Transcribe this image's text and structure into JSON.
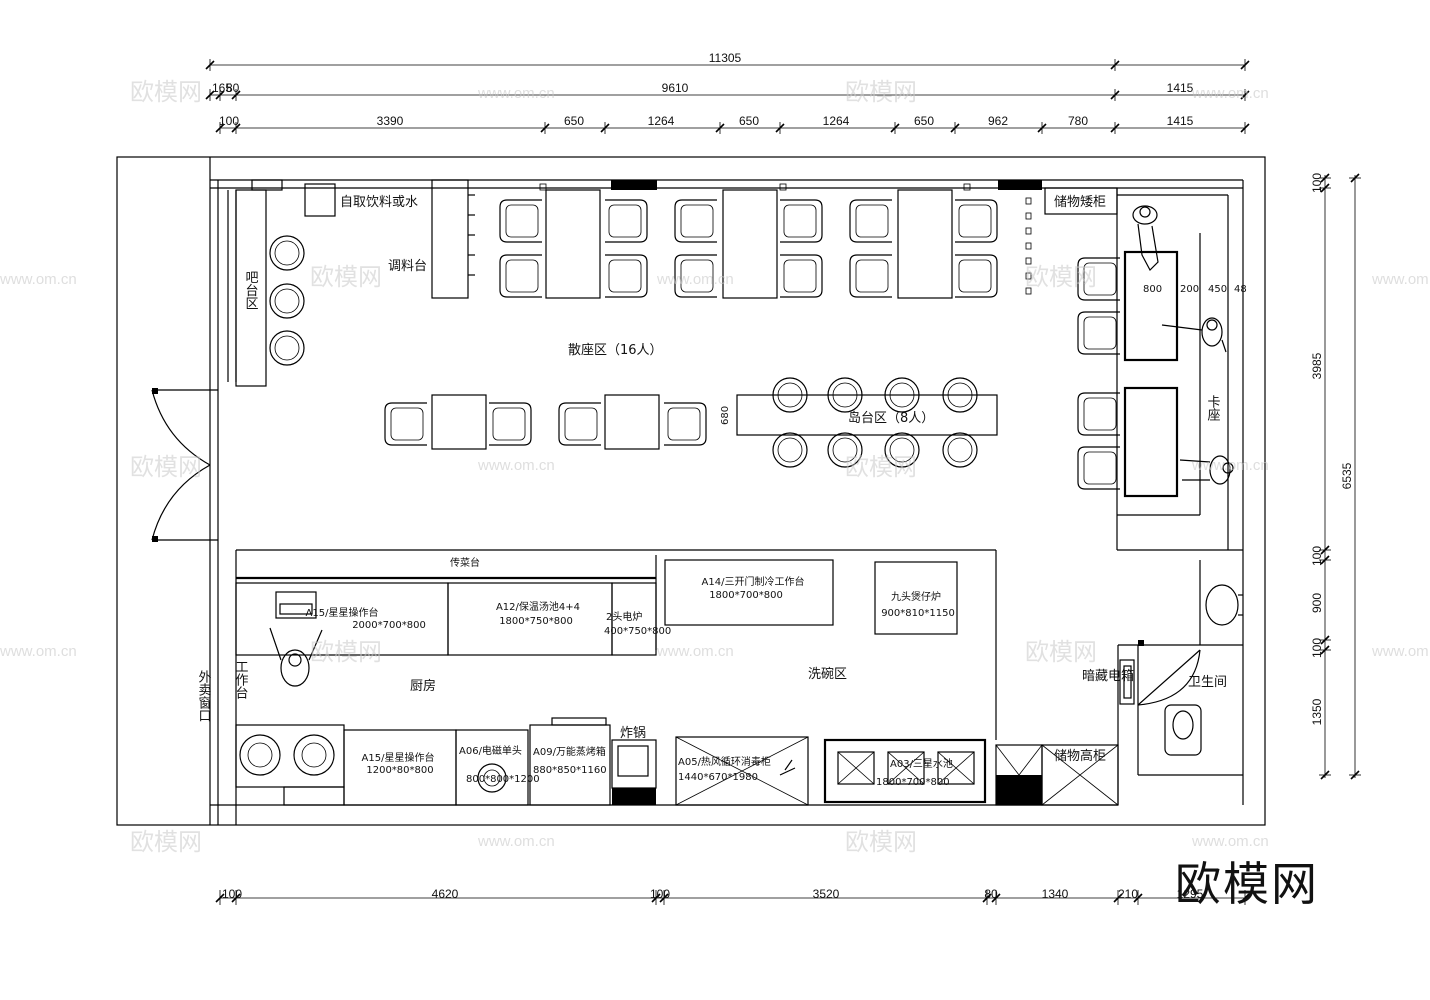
{
  "dimensions": {
    "top_total": "11305",
    "top_row2": [
      "165",
      "80",
      "9610",
      "1415"
    ],
    "top_row3": [
      "100",
      "3390",
      "650",
      "1264",
      "650",
      "1264",
      "650",
      "962",
      "780",
      "1415"
    ],
    "bottom_row": [
      "100",
      "4620",
      "100",
      "3520",
      "80",
      "1340",
      "210",
      "1295"
    ],
    "right_outer": "6535",
    "right_inner": [
      "100",
      "3985",
      "100",
      "900",
      "100",
      "1350"
    ],
    "booth_table": [
      "800",
      "200",
      "450",
      "48"
    ],
    "island_depth": "680"
  },
  "rooms": {
    "bar_area": "吧台区",
    "self_drinks": "自取饮料或水",
    "seasoning_station": "调料台",
    "dining_area": "散座区（16人）",
    "island_area": "岛台区（8人）",
    "booth": "卡座",
    "storage_cabinet_top": "储物矮柜",
    "pass_counter": "传菜台",
    "kitchen": "厨房",
    "dishwashing": "洗碗区",
    "work_table": "工作台",
    "takeout_window": "外卖窗口",
    "electric_box": "暗藏电箱",
    "restroom": "卫生间",
    "storage_cabinet_bottom": "储物高柜",
    "fryer": "炸锅"
  },
  "equipment": [
    {
      "id": "a15_top",
      "name": "A15/星星操作台",
      "size": "2000*700*800"
    },
    {
      "id": "a12",
      "name": "A12/保温汤池4+4",
      "size": "1800*750*800"
    },
    {
      "id": "induction",
      "name": "2头电炉",
      "size": "400*750*800"
    },
    {
      "id": "a14",
      "name": "A14/三开门制冷工作台",
      "size": "1800*700*800"
    },
    {
      "id": "nine_burner",
      "name": "九头煲仔炉",
      "size": "900*810*1150"
    },
    {
      "id": "a15_bottom",
      "name": "A15/星星操作台",
      "size": "1200*80*800"
    },
    {
      "id": "a06",
      "name": "A06/电磁单头",
      "size": "800*800*1200"
    },
    {
      "id": "a09",
      "name": "A09/万能蒸烤箱",
      "size": "880*850*1160"
    },
    {
      "id": "a05",
      "name": "A05/热风循环消毒柜",
      "size": "1440*670*1980"
    },
    {
      "id": "a03",
      "name": "A03/三星水池",
      "size": "1800*700*800"
    }
  ],
  "watermark": {
    "brand": "欧模网",
    "url": "www.om.cn",
    "corner": "欧模网"
  }
}
